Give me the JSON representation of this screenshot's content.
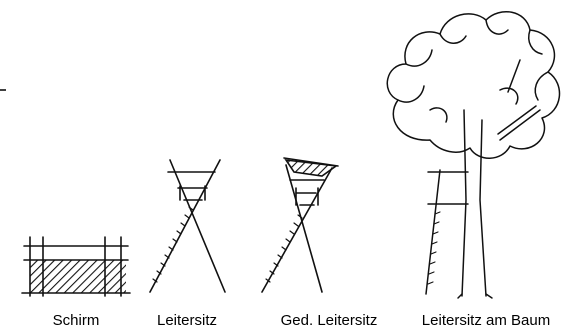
{
  "stroke_color": "#111111",
  "background": "#ffffff",
  "captions": {
    "schirm": "Schirm",
    "leitersitz": "Leitersitz",
    "ged_leitersitz": "Ged. Leitersitz",
    "leitersitz_am_baum": "Leitersitz am Baum"
  }
}
